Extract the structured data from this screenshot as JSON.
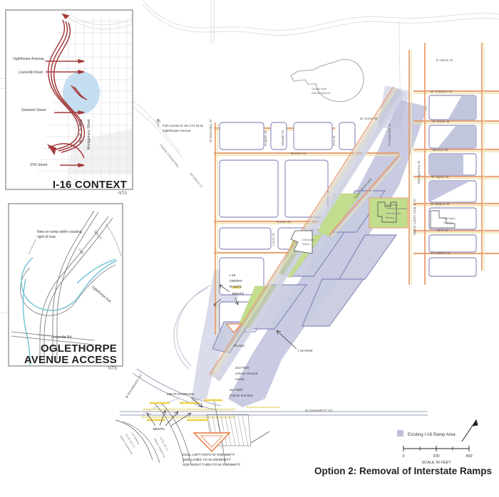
{
  "sheet": {
    "title": "Option 2:  Removal of Interstate Ramps",
    "bg": "#ffffff"
  },
  "colors": {
    "ramp_fill": "#bcc0da",
    "arrow_red": "#a33a3a",
    "ramp_blue": "#7ec8d8",
    "block_outline": "#6f6fae",
    "road_orange": "#e8a072",
    "road_yellow": "#efe6a8",
    "green_space": "#c3dd8e",
    "street_grey": "#d8d8dd",
    "text": "#231f20"
  },
  "insets": [
    {
      "id": "i16-context",
      "title": "I-16 CONTEXT",
      "subtitle": "NTS",
      "labels": [
        "Oglethorpe Avenue",
        "Louisville Road",
        "Gwinnett Street",
        "37th Street",
        "M.L.K. Jr. Blvd.",
        "Montgomery Street"
      ]
    },
    {
      "id": "oglethorpe-access",
      "title_line1": "OGLETHORPE",
      "title_line2": "AVENUE ACCESS",
      "subtitle": "NTS",
      "labels": [
        "New on-ramp within existing",
        "right-of-way",
        "US 17",
        "I-16",
        "Oglethorpe Ave",
        "Louisville Rd"
      ]
    }
  ],
  "map": {
    "streets": [
      "E Harris St",
      "W Charlton St",
      "W Jones St",
      "Berrien St",
      "W Taylor St",
      "W Wayne St",
      "Alice St",
      "W Gaston St",
      "Cohen St",
      "W Boundary St",
      "English St",
      "Stewart St",
      "Ann St",
      "Lorch St",
      "Farm St",
      "W GWINNETT ST",
      "Montgomery St",
      "Martin Luther King Jr Dr",
      "Turner Boulevard",
      "Presidential St"
    ],
    "annotations": [
      {
        "id": "full-access",
        "text": "Full Access to US 17/I-16 at Oglethorpe Avenue"
      },
      {
        "id": "atlantic-coastal-hwy",
        "text": "Atlantic Coastal Hwy"
      },
      {
        "id": "ga25-us17",
        "text": "GA 25/US 17"
      },
      {
        "id": "ramps",
        "text": "I-16 ON/OFF RAMPS"
      },
      {
        "id": "bents-upper",
        "text": "BENTS"
      },
      {
        "id": "plaza",
        "text": "PLAZA"
      },
      {
        "id": "i16-row",
        "text": "I-16 ROW"
      },
      {
        "id": "tier2",
        "text": "2nd TIER (Above Ground Level)"
      },
      {
        "id": "tier3",
        "text": "3rd TIER (Above 2nd tier)"
      },
      {
        "id": "storage",
        "text": "230 Ft STORAGE"
      },
      {
        "id": "bents-lower",
        "text": "BENTS"
      },
      {
        "id": "dual-left",
        "text": "DUAL LEFT ONTO W GWINNETT"
      },
      {
        "id": "add-lanes",
        "text": "ADD LANES TO W GWINNETT"
      },
      {
        "id": "add-right",
        "text": "ADD RIGHT TURN TO W GWINNETT"
      },
      {
        "id": "offramp",
        "text": "Atlantic Coastal Hwy GA 25, US 17 I-16 Offramp"
      },
      {
        "id": "onramp",
        "text": "Atlantic Coastal Hwy GA 25, US 17"
      },
      {
        "id": "w-boundary-st",
        "text": "W BOUNDARY ST"
      }
    ],
    "places": [
      {
        "id": "railroad-museum",
        "line1": "Georgia State",
        "line2": "Railroad Museum"
      },
      {
        "id": "courthouse",
        "line1": "Tomochichi",
        "line2": "Federal Courthouse",
        "line3": "Potential Civic",
        "line4": "Building"
      },
      {
        "id": "civil-rights-museum",
        "line1": "Civil Rights",
        "line2": "Museum"
      },
      {
        "id": "greyhound",
        "line1": "Greyhound",
        "line2": "Station"
      }
    ]
  },
  "legend": {
    "items": [
      {
        "label": "Existing I-16 Ramp Area",
        "color": "#bcc0da"
      }
    ]
  },
  "scale": {
    "ticks": [
      "0",
      "200",
      "400"
    ],
    "caption": "SCALE IN FEET"
  }
}
